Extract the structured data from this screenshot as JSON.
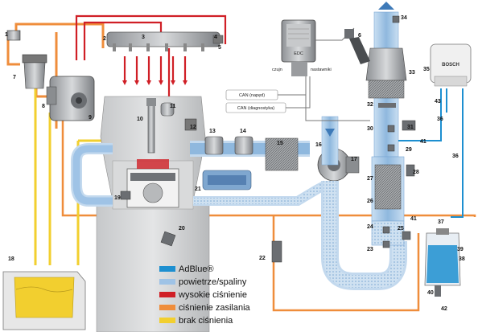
{
  "labels": {
    "edc": "EDC",
    "czujn": "czujn",
    "nastawniki": "nastawniki",
    "can_drive": "CAN (napęd)",
    "can_diag": "CAN (diagnostyka)",
    "bosch": "BOSCH"
  },
  "legend": [
    {
      "label": "AdBlue®",
      "color": "#1d8fd0"
    },
    {
      "label": "powietrze/spaliny",
      "color": "#9fc3e6"
    },
    {
      "label": "wysokie ciśnienie",
      "color": "#d01f26"
    },
    {
      "label": "ciśnienie zasilania",
      "color": "#ef8d3b"
    },
    {
      "label": "brak ciśnienia",
      "color": "#f2cf2f"
    }
  ],
  "callouts": {
    "n1": "1",
    "n2": "2",
    "n3": "3",
    "n4": "4",
    "n5": "5",
    "n6": "6",
    "n7": "7",
    "n8": "8",
    "n9": "9",
    "n10": "10",
    "n11": "11",
    "n12": "12",
    "n13": "13",
    "n14": "14",
    "n15": "15",
    "n16": "16",
    "n17": "17",
    "n18": "18",
    "n19": "19",
    "n20": "20",
    "n21": "21",
    "n22": "22",
    "n23": "23",
    "n24": "24",
    "n25": "25",
    "n26": "26",
    "n27": "27",
    "n28": "28",
    "n29": "29",
    "n30": "30",
    "n31": "31",
    "n32": "32",
    "n33": "33",
    "n34": "34",
    "n35": "35",
    "n36a": "36",
    "n36b": "36",
    "n37": "37",
    "n38": "38",
    "n39": "39",
    "n40": "40",
    "n41a": "41",
    "n41b": "41",
    "n42": "42",
    "n43": "43"
  },
  "colors": {
    "adblue": "#1d8fd0",
    "air": "#9fc3e6",
    "high": "#d01f26",
    "supply": "#ef8d3b",
    "nopress": "#f2cf2f",
    "metal": "#b9bcbf",
    "dark": "#4a4d50"
  }
}
